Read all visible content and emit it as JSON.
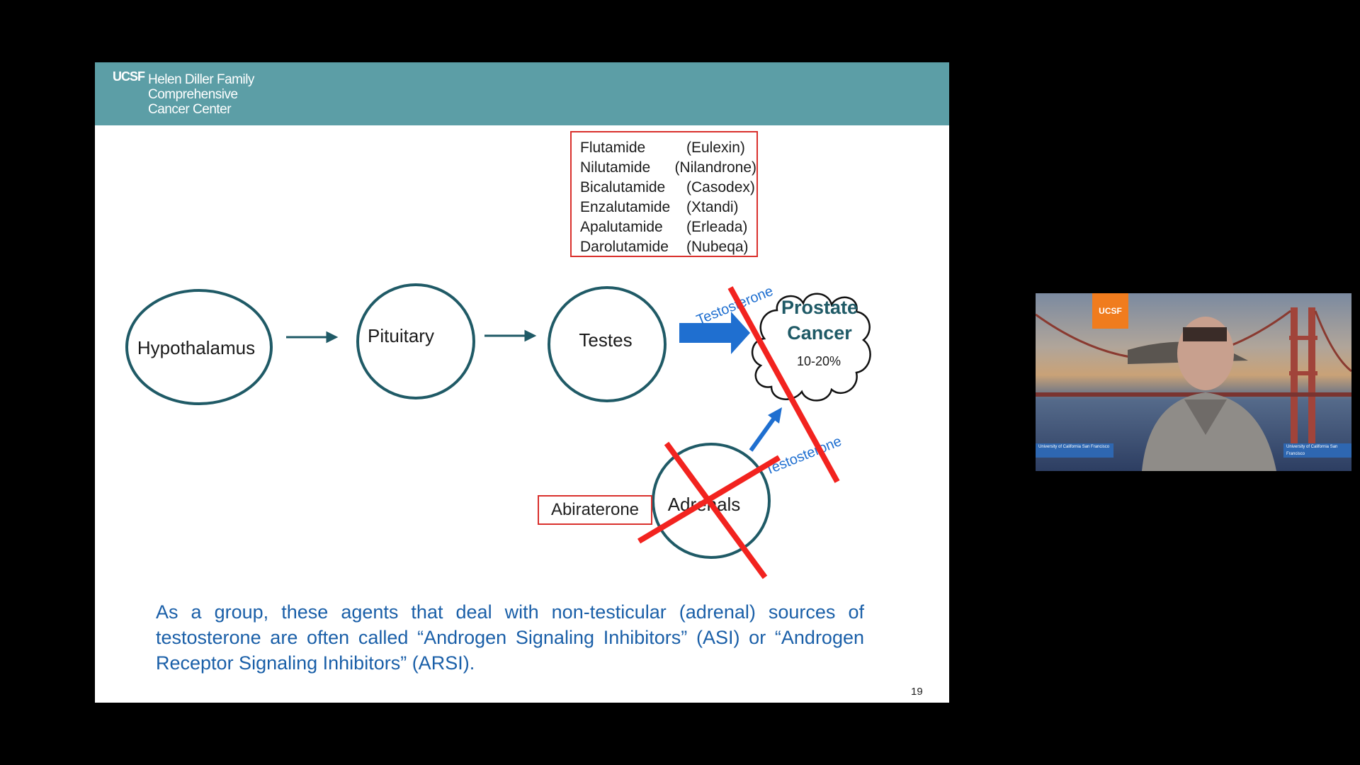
{
  "header": {
    "logo_mark": "UCSF",
    "logo_lines": [
      "Helen Diller Family",
      "Comprehensive",
      "Cancer Center"
    ]
  },
  "diagram": {
    "nodes": {
      "hypothalamus": "Hypothalamus",
      "pituitary": "Pituitary",
      "testes": "Testes",
      "adrenals": "Adrenals",
      "prostate_line1": "Prostate",
      "prostate_line2": "Cancer",
      "prostate_pct": "10-20%"
    },
    "arrow_labels": {
      "testes_to_prostate": "Testosterone",
      "adrenals_to_prostate": "Testosterone"
    }
  },
  "drugs": [
    {
      "generic": "Flutamide",
      "brand": "(Eulexin)"
    },
    {
      "generic": "Nilutamide",
      "brand": "(Nilandrone)"
    },
    {
      "generic": "Bicalutamide",
      "brand": "(Casodex)"
    },
    {
      "generic": "Enzalutamide",
      "brand": "(Xtandi)"
    },
    {
      "generic": "Apalutamide",
      "brand": "(Erleada)"
    },
    {
      "generic": "Darolutamide",
      "brand": "(Nubeqa)"
    }
  ],
  "abiraterone_label": "Abiraterone",
  "caption": "As a group, these agents that deal with non-testicular  (adrenal) sources of testosterone are often called “Androgen Signaling Inhibitors” (ASI) or “Androgen Receptor Signaling Inhibitors” (ARSI).",
  "page_number": "19",
  "webcam": {
    "logo": "UCSF",
    "strip_left": "University of California San Francisco",
    "strip_right": "University of California San Francisco"
  },
  "colors": {
    "teal": "#5c9ea6",
    "node_stroke": "#1f5a66",
    "arrow_blue": "#1f6fd0",
    "cross_red": "#f2231f",
    "caption_blue": "#1a5fa8"
  }
}
